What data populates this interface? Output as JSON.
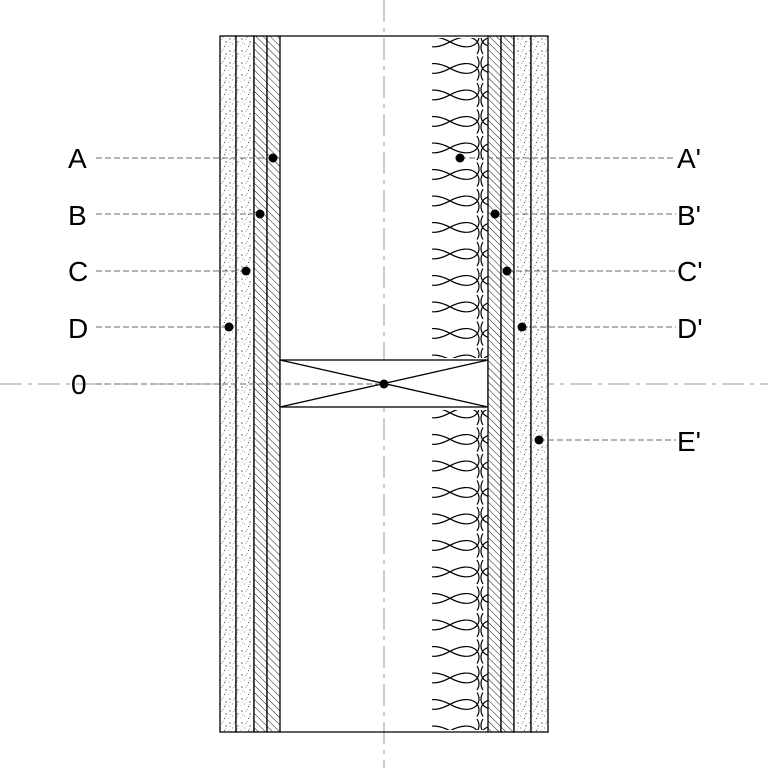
{
  "labels": {
    "left": [
      "A",
      "B",
      "C",
      "D",
      "0"
    ],
    "right": [
      "A'",
      "B'",
      "C'",
      "D'",
      "E'"
    ]
  },
  "colors": {
    "line": "#000000",
    "leader": "#6a6a6a",
    "centerline": "#9a9a9a",
    "background": "#ffffff"
  }
}
